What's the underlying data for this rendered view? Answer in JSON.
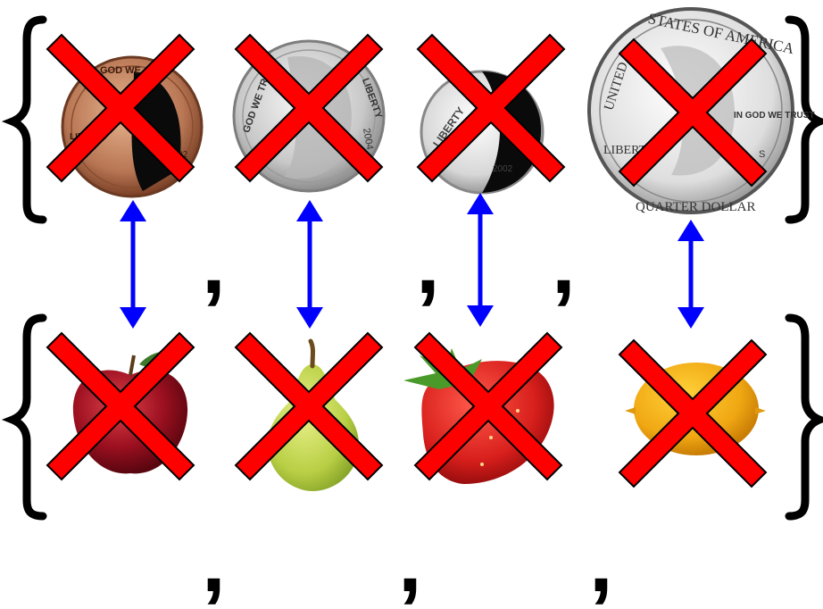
{
  "coins": [
    {
      "name": "penny",
      "inscriptions": [
        "GOD WE",
        "LIBERTY",
        "2002"
      ]
    },
    {
      "name": "nickel",
      "inscriptions": [
        "GOD WE TR",
        "LIBERTY",
        "2004"
      ]
    },
    {
      "name": "dime",
      "inscriptions": [
        "LIBERTY",
        "2002"
      ]
    },
    {
      "name": "quarter",
      "inscriptions": [
        "STATES OF AMERICA",
        "UNITED",
        "LIBERTY",
        "IN GOD WE TRUST",
        "QUARTER DOLLAR",
        "S"
      ]
    }
  ],
  "fruits": [
    {
      "name": "apple"
    },
    {
      "name": "pear"
    },
    {
      "name": "strawberry"
    },
    {
      "name": "lemon"
    }
  ],
  "separator": ",",
  "colors": {
    "cross": "#ff0000",
    "cross_outline": "#000000",
    "arrow": "#0000ff",
    "brace": "#000000"
  },
  "icons": {
    "cross": "x-mark-icon",
    "arrow": "double-arrow-icon"
  }
}
